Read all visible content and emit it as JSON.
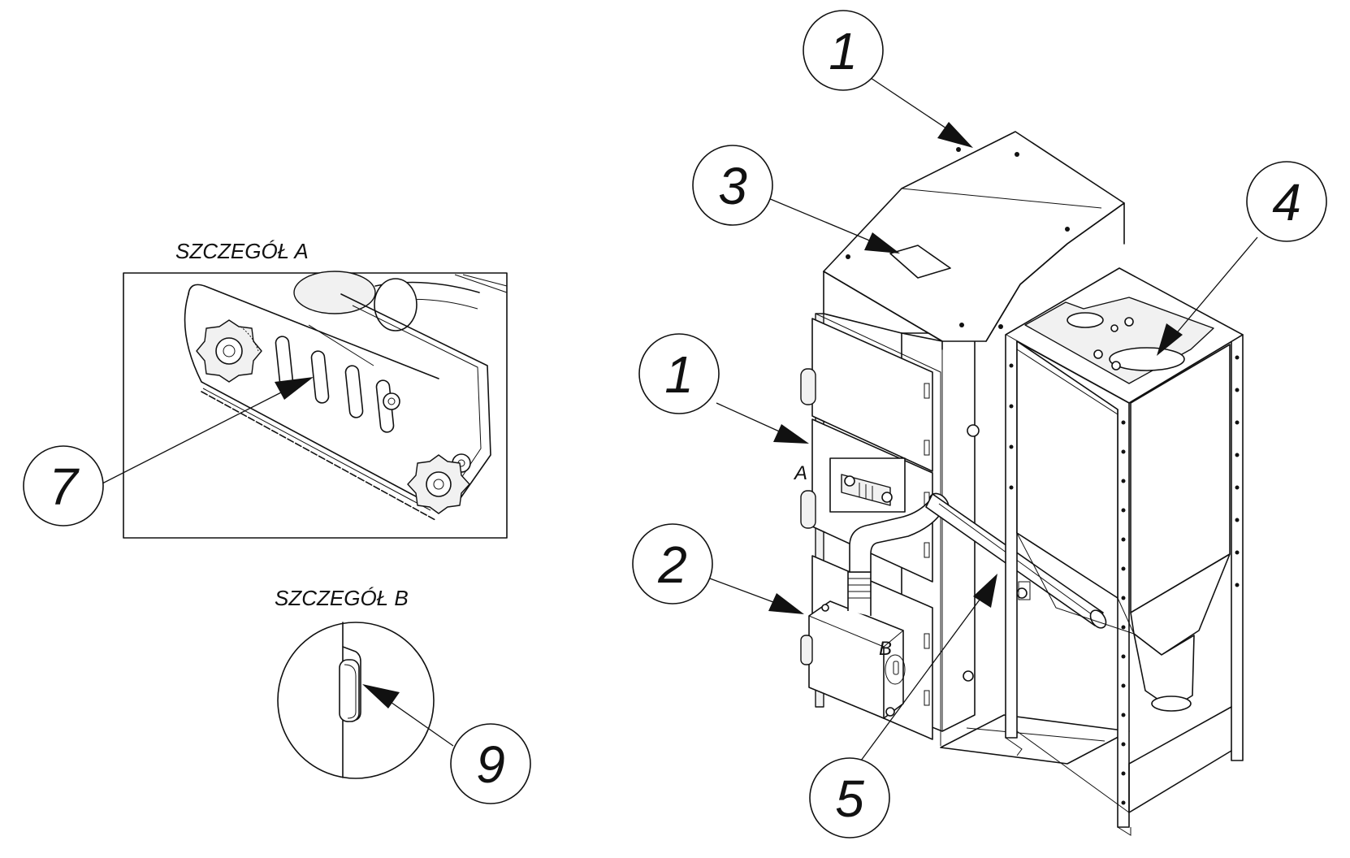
{
  "details": {
    "a": {
      "title": "SZCZEGÓŁ  A"
    },
    "b": {
      "title": "SZCZEGÓŁ  B"
    }
  },
  "view_markers": {
    "a": "A",
    "b": "B"
  },
  "callouts": {
    "top_cover": "1",
    "door": "1",
    "burner": "2",
    "panel": "3",
    "hopper_lid": "4",
    "feeder": "5",
    "knob": "7",
    "clip": "9"
  }
}
